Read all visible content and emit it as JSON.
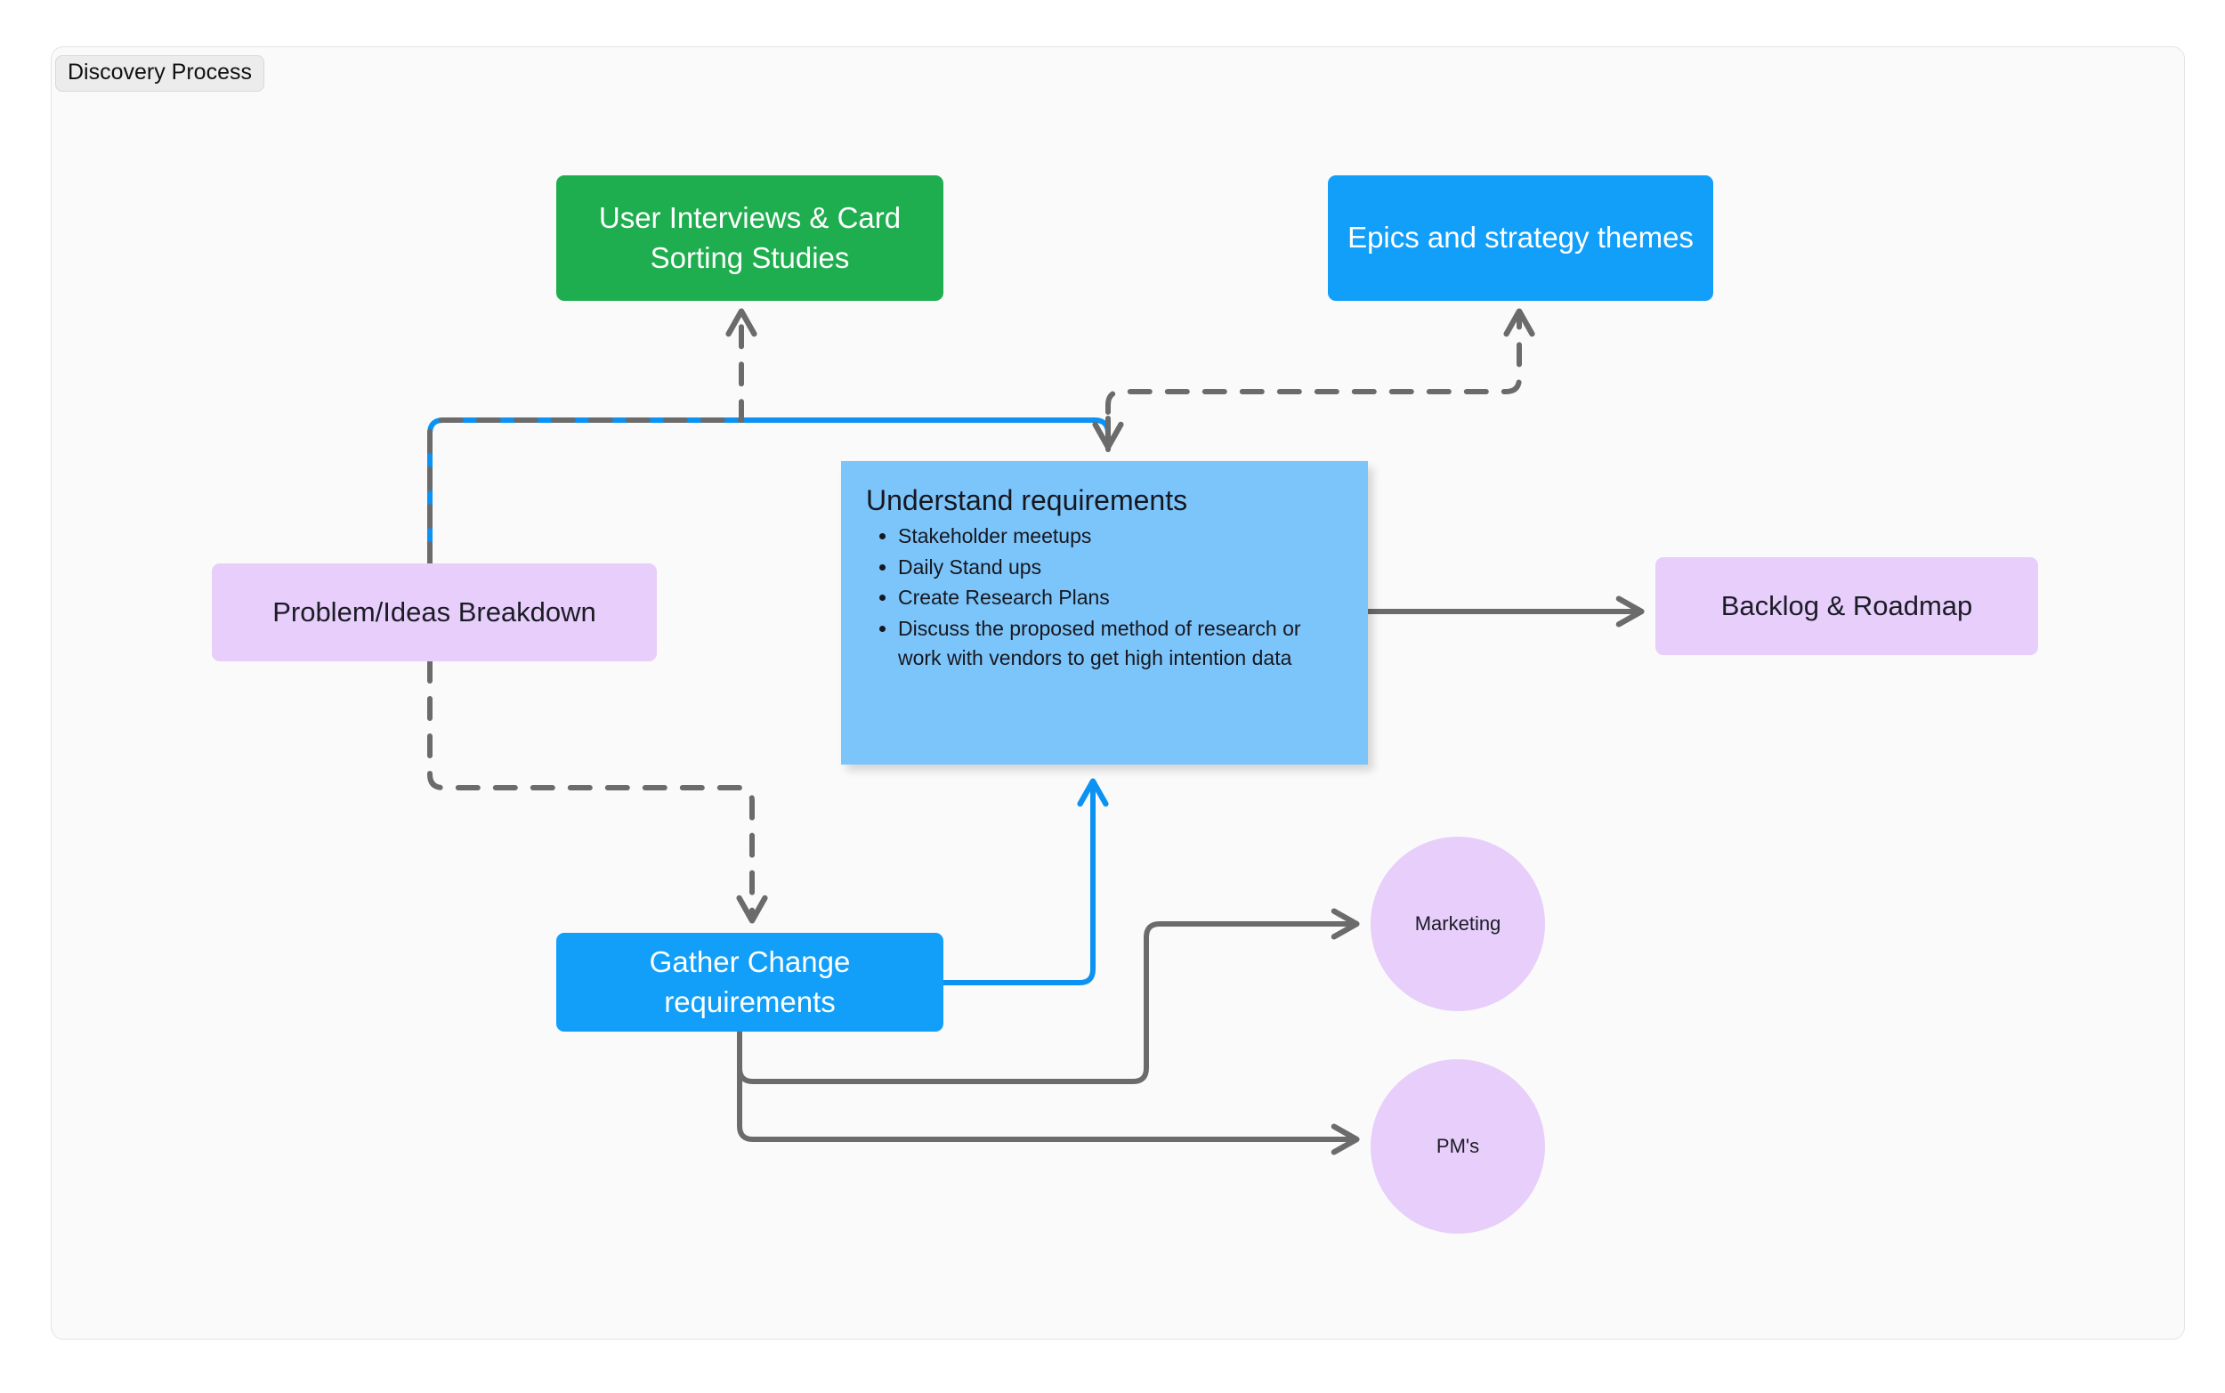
{
  "frame": {
    "label": "Discovery Process"
  },
  "colors": {
    "green": "#1fae4f",
    "blue": "#129ffa",
    "light_blue": "#7cc5fa",
    "purple": "#e7cefb",
    "edge_gray": "#6b6b6b",
    "edge_blue": "#0c92f2",
    "canvas": "#fafafa"
  },
  "nodes": {
    "user_interviews": {
      "label": "User Interviews & Card Sorting Studies"
    },
    "epics": {
      "label": "Epics and strategy themes"
    },
    "problem_ideas": {
      "label": "Problem/Ideas Breakdown"
    },
    "backlog": {
      "label": "Backlog & Roadmap"
    },
    "gather": {
      "label": "Gather Change requirements"
    },
    "marketing": {
      "label": "Marketing"
    },
    "pms": {
      "label": "PM's"
    },
    "understand": {
      "title": "Understand requirements",
      "bullets": [
        "Stakeholder meetups",
        "Daily Stand ups",
        "Create Research Plans",
        "Discuss the proposed method of research or work with vendors to get high intention data"
      ]
    }
  },
  "edges": [
    {
      "id": "problem-to-understand",
      "from": "problem_ideas",
      "to": "understand",
      "style": "solid",
      "color": "#0c92f2"
    },
    {
      "id": "problem-to-user-interviews",
      "from": "problem_ideas",
      "to": "user_interviews",
      "style": "dashed",
      "color": "#6b6b6b"
    },
    {
      "id": "understand-to-epics",
      "from": "understand",
      "to": "epics",
      "style": "dashed",
      "color": "#6b6b6b"
    },
    {
      "id": "problem-to-gather",
      "from": "problem_ideas",
      "to": "gather",
      "style": "dashed",
      "color": "#6b6b6b"
    },
    {
      "id": "gather-to-understand",
      "from": "gather",
      "to": "understand",
      "style": "solid",
      "color": "#0c92f2"
    },
    {
      "id": "understand-to-backlog",
      "from": "understand",
      "to": "backlog",
      "style": "solid",
      "color": "#6b6b6b"
    },
    {
      "id": "gather-to-marketing",
      "from": "gather",
      "to": "marketing",
      "style": "solid",
      "color": "#6b6b6b"
    },
    {
      "id": "gather-to-pms",
      "from": "gather",
      "to": "pms",
      "style": "solid",
      "color": "#6b6b6b"
    }
  ]
}
